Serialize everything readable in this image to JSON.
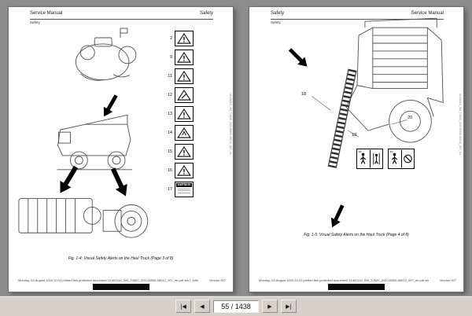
{
  "toolbar": {
    "first": "|◀",
    "prev": "◀",
    "page_indicator": "55 / 1438",
    "next": "▶",
    "last": "▶|"
  },
  "left_page": {
    "header_left": "Service Manual",
    "header_right": "Safety",
    "section_label": "Safety",
    "side_text": "11401119_SM_T282C_532-06505-06512_007_en",
    "callout_numbers": [
      "2",
      "9",
      "11",
      "12",
      "13",
      "14",
      "15",
      "16",
      "17"
    ],
    "warning_label_title": "WARNING",
    "caption": "Fig. 1-4: Visual Safety Alerts on the Haul Truck (Page 3 of 8)",
    "footer_text": "Monday, 03.August 2020 20:31 printed this protected document! 11401119_SM_T282C_532-06505-06512_007_en.pdf win7_64bit",
    "version": "Version 007"
  },
  "right_page": {
    "header_left": "Safety",
    "header_right": "Service Manual",
    "section_label": "Safety",
    "side_text": "11401119_SM_T282C_532-06505-06512_007_en",
    "callout_numbers": [
      "18",
      "19",
      "20"
    ],
    "label_numbers": [
      "18",
      "19"
    ],
    "caption": "Fig. 1-5: Visual Safety Alerts on the Haul Truck (Page 4 of 8)",
    "footer_text": "Monday, 03.August 2020 20:31 printed this protected document! 11401119_SM_T282C_532-06505-06512_007_en.pdf win7_64bit",
    "version": "Version 007"
  }
}
